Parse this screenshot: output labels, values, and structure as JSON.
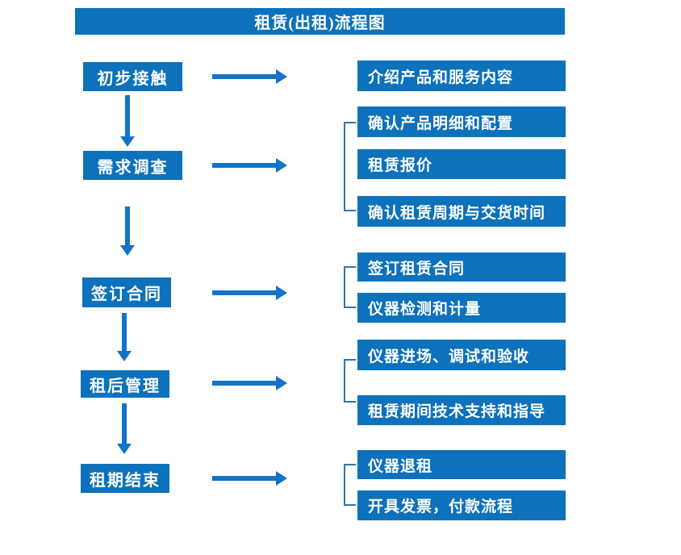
{
  "title": "租赁(出租)流程图",
  "colors": {
    "box_blue": "#0D71BC",
    "arrow_blue": "#1273C7",
    "bracket_blue": "#2E75B6",
    "text_white": "#FFFFFF",
    "background": "#FFFFFF"
  },
  "stages": [
    {
      "label": "初步接触",
      "details": [
        "介绍产品和服务内容"
      ]
    },
    {
      "label": "需求调查",
      "details": [
        "确认产品明细和配置",
        "租赁报价",
        "确认租赁周期与交货时间"
      ]
    },
    {
      "label": "签订合同",
      "details": [
        "签订租赁合同",
        "仪器检测和计量"
      ]
    },
    {
      "label": "租后管理",
      "details": [
        "仪器进场、调试和验收",
        "租赁期间技术支持和指导"
      ]
    },
    {
      "label": "租期结束",
      "details": [
        "仪器退租",
        "开具发票，付款流程"
      ]
    }
  ]
}
